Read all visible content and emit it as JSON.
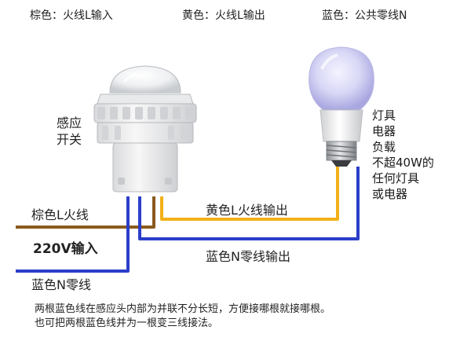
{
  "legend": {
    "brown": "棕色：火线L输入",
    "yellow": "黄色：火线L输出",
    "blue": "蓝色：公共零线N"
  },
  "sensor_label": [
    "感应",
    "开关"
  ],
  "load_label": [
    "灯具",
    "电器",
    "负载",
    "不超40W的",
    "任何灯具",
    "或电器"
  ],
  "wires": {
    "brown_in": "棕色L火线",
    "input_voltage": "220V输入",
    "blue_in": "蓝色N零线",
    "yellow_out": "黄色L火线输出",
    "blue_out": "蓝色N零线输出"
  },
  "notes": [
    "两根蓝色线在感应头内部为并联不分长短，方便接哪根就接哪根。",
    "也可把两根蓝色线并为一根变三线接法。"
  ],
  "colors": {
    "brown": "#8a5a1e",
    "yellow": "#f2b11a",
    "blue": "#2b3ec9"
  }
}
